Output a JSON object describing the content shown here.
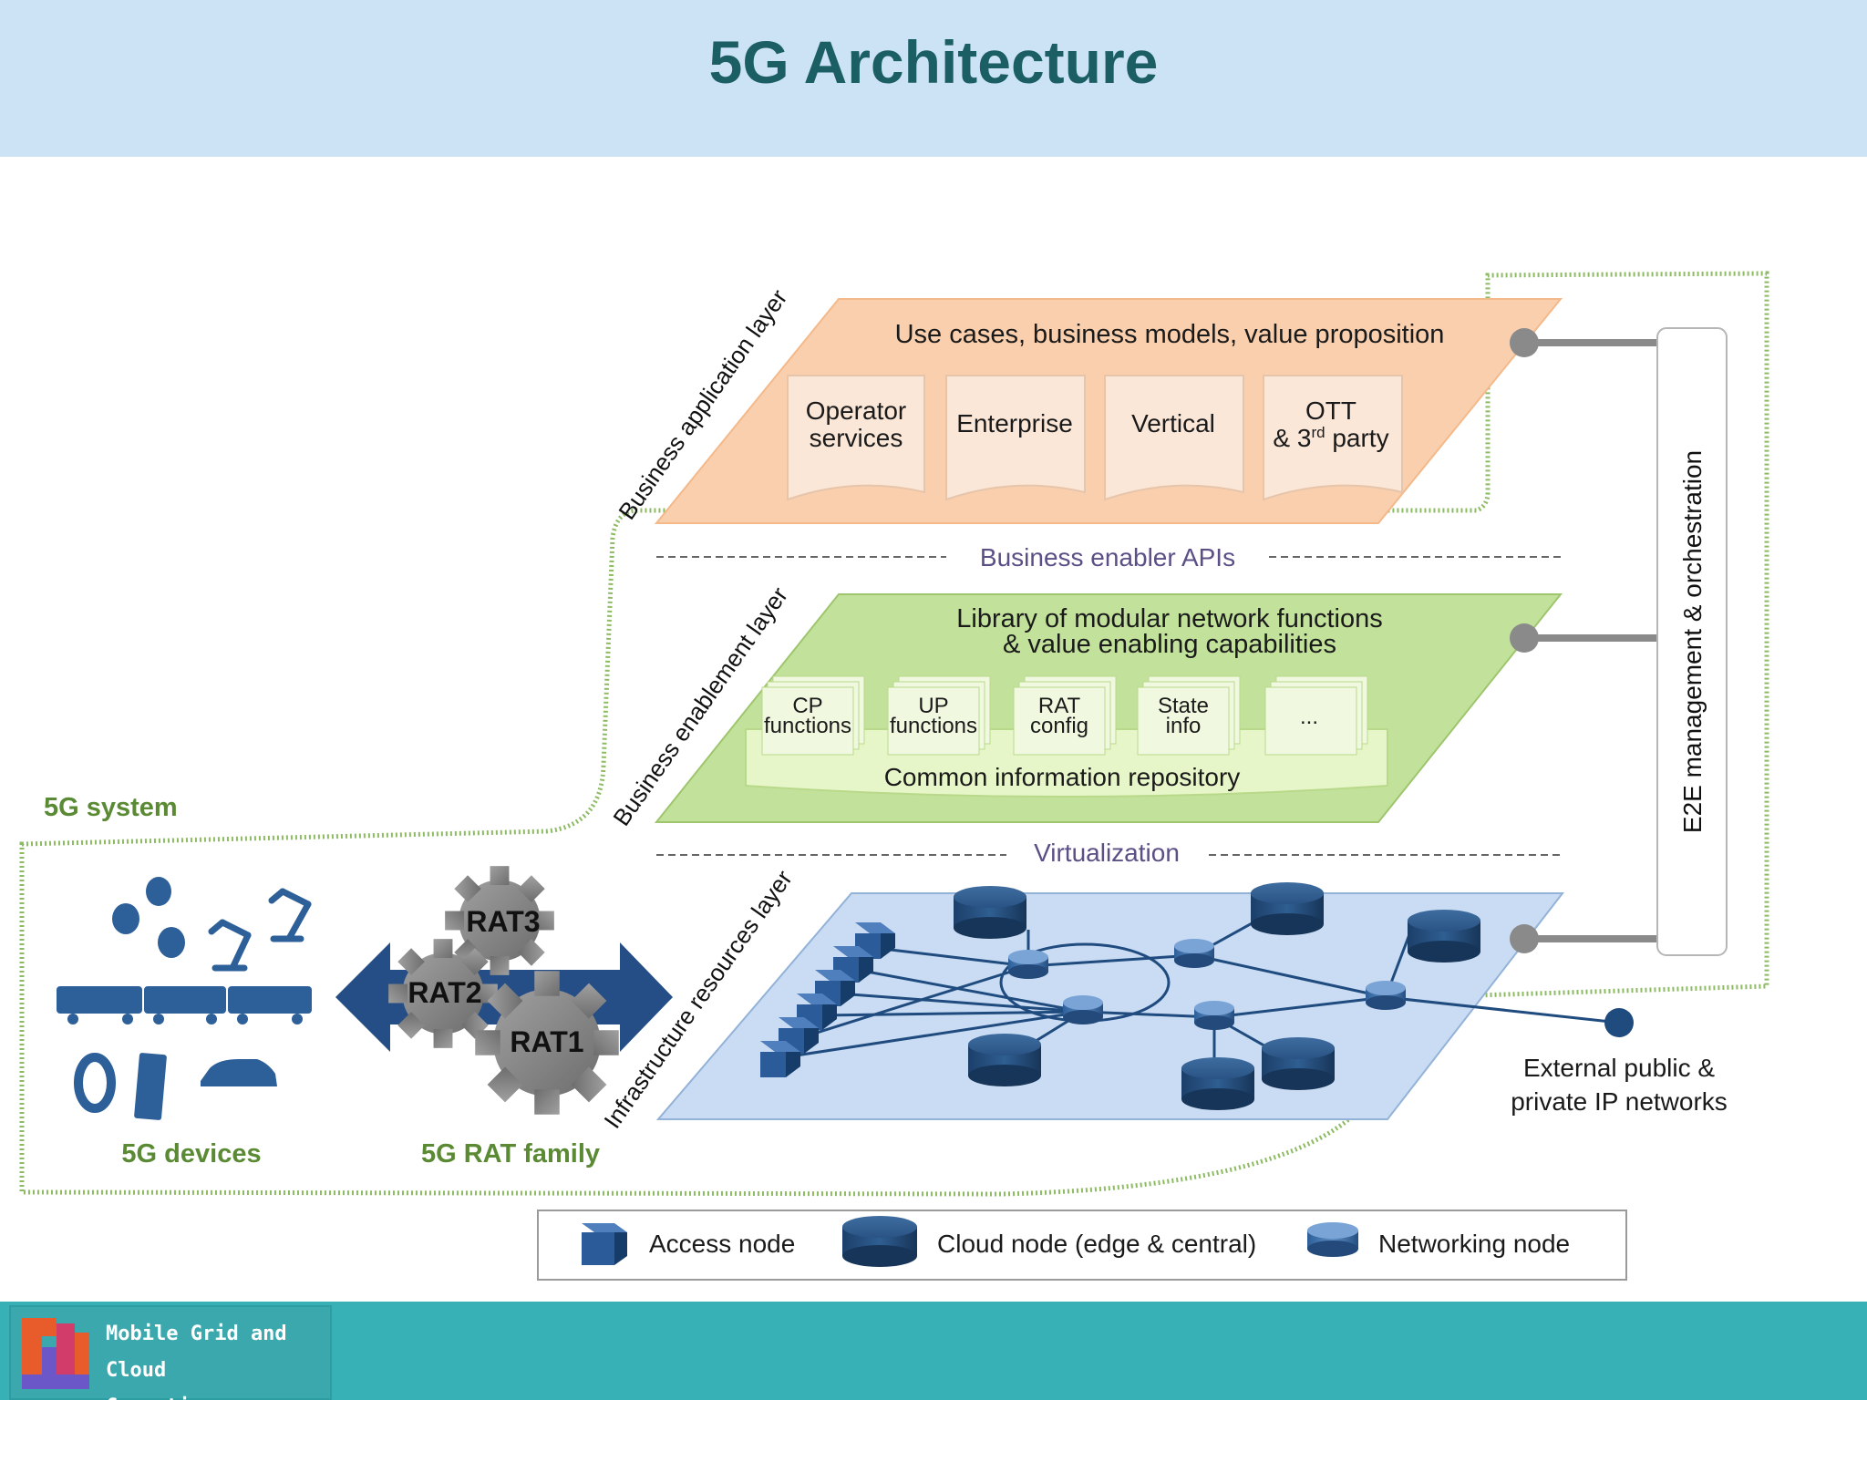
{
  "slide": {
    "title": "5G Architecture"
  },
  "layers": {
    "business_application": {
      "side_label": "Business application layer",
      "heading": "Use cases, business models, value proposition",
      "cards": [
        {
          "line1": "Operator",
          "line2": "services",
          "sup": ""
        },
        {
          "line1": "Enterprise",
          "line2": "",
          "sup": ""
        },
        {
          "line1": "Vertical",
          "line2": "",
          "sup": ""
        },
        {
          "line1": "OTT",
          "line2": "& 3",
          "sup": "rd",
          "line2_tail": " party"
        }
      ]
    },
    "business_enablement": {
      "side_label": "Business enablement layer",
      "heading_line1": "Library of modular network functions",
      "heading_line2": "& value enabling  capabilities",
      "stacks": [
        {
          "line1": "CP",
          "line2": "functions"
        },
        {
          "line1": "UP",
          "line2": "functions"
        },
        {
          "line1": "RAT",
          "line2": "config"
        },
        {
          "line1": "State",
          "line2": "info"
        },
        {
          "line1": "...",
          "line2": ""
        }
      ],
      "repository": "Common information repository"
    },
    "infrastructure": {
      "side_label": "Infrastructure resources layer"
    }
  },
  "separators": {
    "apis": "Business enabler APIs",
    "virtualization": "Virtualization"
  },
  "orchestration": {
    "label": "E2E management & orchestration"
  },
  "system": {
    "label": "5G system",
    "devices_label": "5G devices",
    "rat_label": "5G RAT family",
    "rats": [
      "RAT3",
      "RAT2",
      "RAT1"
    ]
  },
  "external": {
    "line1": "External public &",
    "line2": "private IP networks"
  },
  "legend": {
    "access": "Access node",
    "cloud": "Cloud node (edge & central)",
    "networking": "Networking node"
  },
  "footer": {
    "lab_line1": "Mobile Grid and Cloud",
    "lab_line2": "Computing Laboratory"
  },
  "colors": {
    "title": "#1b5e63",
    "header_bg": "#cbe3f5",
    "footer_bg": "#37b1b5",
    "app_layer": "#f9cfae",
    "enable_layer": "#c2e19b",
    "infra_layer": "#c9dcf3",
    "node_blue": "#1f4b7e",
    "system_outline": "#8dbb63",
    "group_label": "#5a8a34"
  }
}
